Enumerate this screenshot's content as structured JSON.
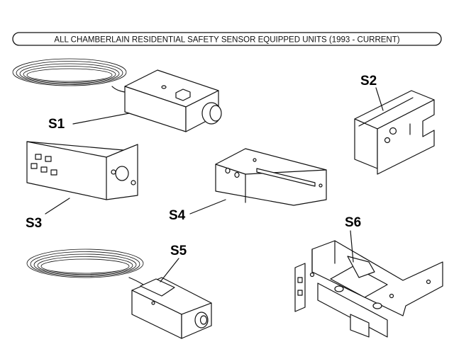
{
  "banner": {
    "text": "ALL CHAMBERLAIN RESIDENTIAL SAFETY SENSOR EQUIPPED UNITS (1993 - CURRENT)"
  },
  "parts": [
    {
      "id": "s1",
      "label": "S1"
    },
    {
      "id": "s2",
      "label": "S2"
    },
    {
      "id": "s3",
      "label": "S3"
    },
    {
      "id": "s4",
      "label": "S4"
    },
    {
      "id": "s5",
      "label": "S5"
    },
    {
      "id": "s6",
      "label": "S6"
    }
  ]
}
